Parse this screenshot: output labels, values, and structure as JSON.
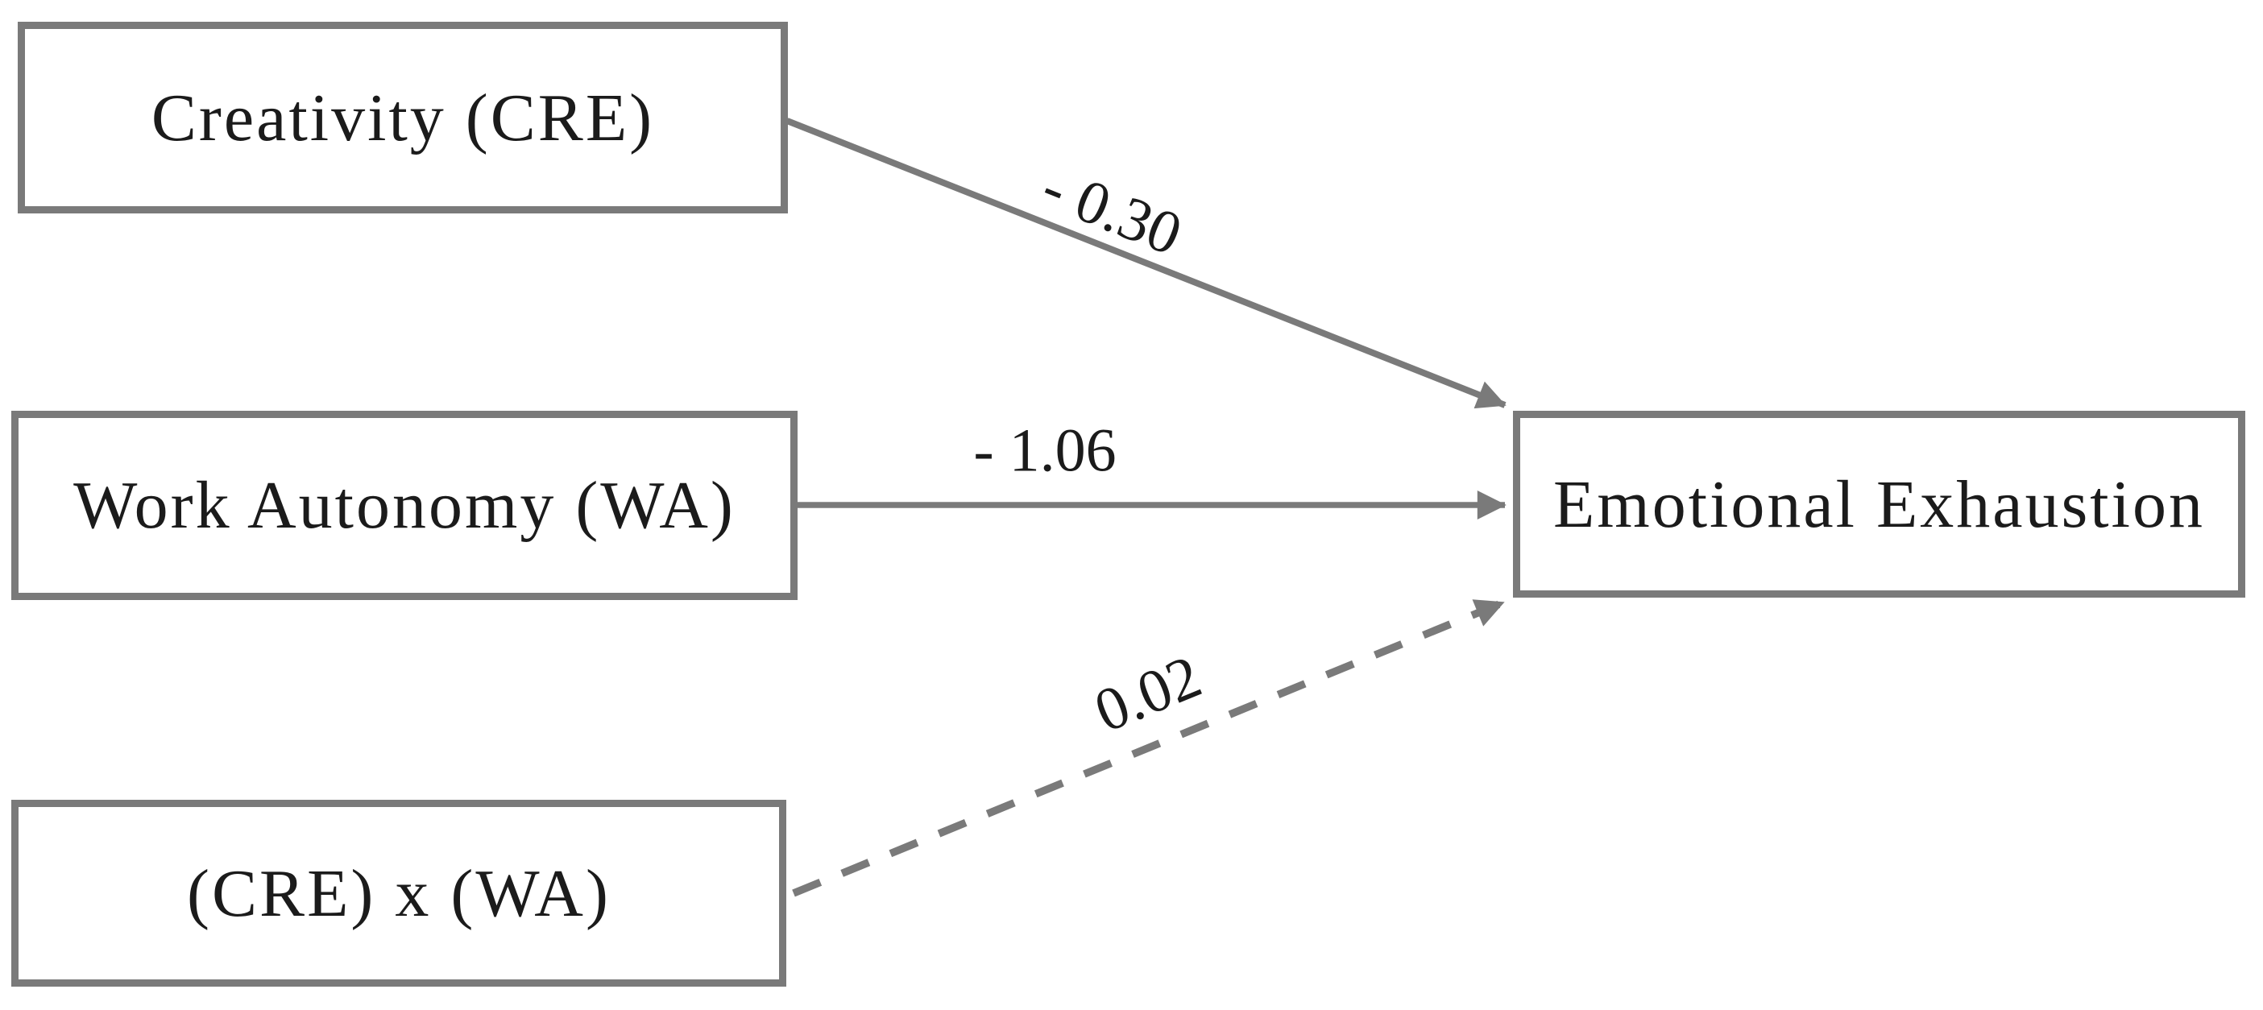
{
  "figure": {
    "type": "path-diagram",
    "background_color": "#ffffff",
    "line_color": "#7a7a7a",
    "text_color": "#1b1b1b",
    "boxes": [
      {
        "id": "creativity",
        "label": "Creativity (CRE)"
      },
      {
        "id": "work-autonomy",
        "label": "Work Autonomy (WA)"
      },
      {
        "id": "interaction-term",
        "label": "(CRE) x (WA)"
      },
      {
        "id": "emotional-exhaustion",
        "label": "Emotional Exhaustion"
      }
    ],
    "paths": [
      {
        "from": "Creativity (CRE)",
        "to": "Emotional Exhaustion",
        "coefficient": "- 0.30",
        "style": "solid"
      },
      {
        "from": "Work Autonomy (WA)",
        "to": "Emotional Exhaustion",
        "coefficient": "- 1.06",
        "style": "solid"
      },
      {
        "from": "(CRE) x (WA)",
        "to": "Emotional Exhaustion",
        "coefficient": "0.02",
        "style": "dashed"
      }
    ]
  }
}
